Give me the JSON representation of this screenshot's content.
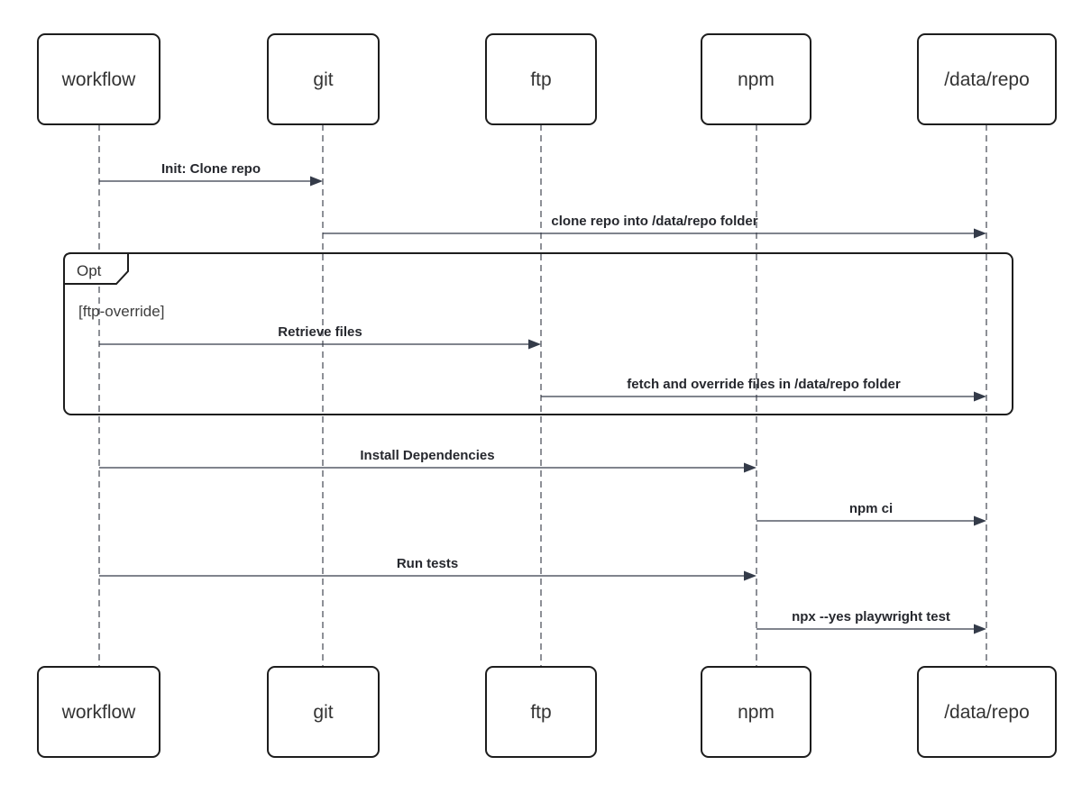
{
  "diagram": {
    "type": "sequence-diagram",
    "participants": [
      {
        "id": "workflow",
        "label": "workflow"
      },
      {
        "id": "git",
        "label": "git"
      },
      {
        "id": "ftp",
        "label": "ftp"
      },
      {
        "id": "npm",
        "label": "npm"
      },
      {
        "id": "data-repo",
        "label": "/data/repo"
      }
    ],
    "messages": [
      {
        "from": "workflow",
        "to": "git",
        "label": "Init: Clone repo"
      },
      {
        "from": "git",
        "to": "data-repo",
        "label": "clone repo into /data/repo folder"
      },
      {
        "from": "workflow",
        "to": "ftp",
        "label": "Retrieve files",
        "fragment": "opt"
      },
      {
        "from": "ftp",
        "to": "data-repo",
        "label": "fetch and override files in /data/repo folder",
        "fragment": "opt"
      },
      {
        "from": "workflow",
        "to": "npm",
        "label": "Install Dependencies"
      },
      {
        "from": "npm",
        "to": "data-repo",
        "label": "npm ci"
      },
      {
        "from": "workflow",
        "to": "npm",
        "label": "Run tests"
      },
      {
        "from": "npm",
        "to": "data-repo",
        "label": "npx --yes playwright test"
      }
    ],
    "fragment": {
      "type_label": "Opt",
      "guard": "[ftp-override]"
    },
    "colors": {
      "background": "#ffffff",
      "box_fill": "#ffffff",
      "box_border": "#1d1d1d",
      "line": "#343b49",
      "lifeline": "#50555f",
      "text": "#333333",
      "message_text": "#26282e"
    }
  }
}
